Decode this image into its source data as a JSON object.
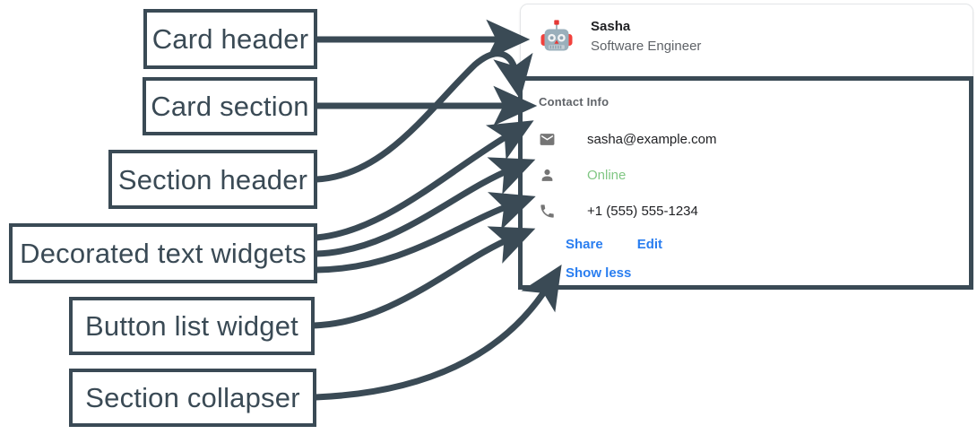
{
  "annotations": [
    {
      "id": "card-header",
      "label": "Card header"
    },
    {
      "id": "card-section",
      "label": "Card section"
    },
    {
      "id": "section-header",
      "label": "Section header"
    },
    {
      "id": "decorated-text-widgets",
      "label": "Decorated text widgets"
    },
    {
      "id": "button-list-widget",
      "label": "Button list widget"
    },
    {
      "id": "section-collapser",
      "label": "Section collapser"
    }
  ],
  "card": {
    "header": {
      "avatar_icon": "robot-avatar-icon",
      "title": "Sasha",
      "subtitle": "Software Engineer"
    },
    "section": {
      "header": "Contact Info",
      "widgets": [
        {
          "icon": "mail-icon",
          "text": "sasha@example.com",
          "state": "default"
        },
        {
          "icon": "person-icon",
          "text": "Online",
          "state": "online"
        },
        {
          "icon": "phone-icon",
          "text": "+1 (555) 555-1234",
          "state": "default"
        }
      ],
      "buttons": [
        {
          "label": "Share"
        },
        {
          "label": "Edit"
        }
      ],
      "collapser": {
        "label": "Show less"
      }
    }
  },
  "colors": {
    "annotation_stroke": "#3a4a55",
    "link_blue": "#2a7ef0",
    "status_green": "#81c784",
    "icon_gray": "#757575",
    "title_text": "#202124",
    "subtitle_text": "#5f6368"
  }
}
